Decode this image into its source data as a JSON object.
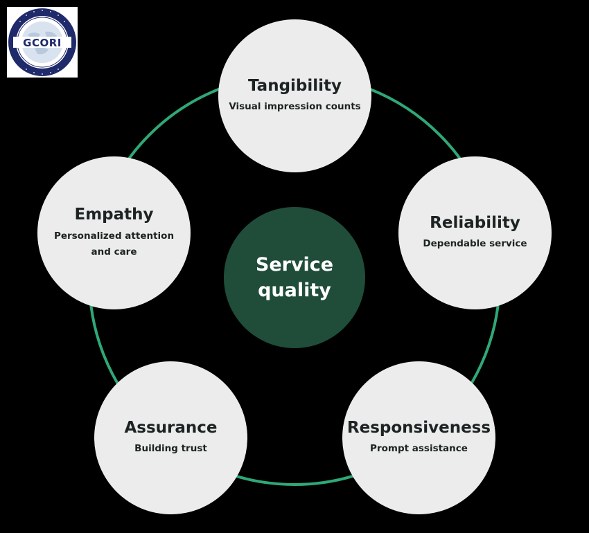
{
  "colors": {
    "background": "#000000",
    "ring": "#2fa877",
    "node_fill": "#ececec",
    "center_fill": "#1f4d3a",
    "node_text": "#1c2322",
    "center_text": "#ffffff",
    "logo_navy": "#1f2a6b"
  },
  "logo": {
    "text": "GCORI",
    "icon": "globe-seal-logo"
  },
  "center": {
    "label": "Service quality"
  },
  "nodes": [
    {
      "title": "Tangibility",
      "subtitle": "Visual impression counts"
    },
    {
      "title": "Reliability",
      "subtitle": "Dependable service"
    },
    {
      "title": "Responsiveness",
      "subtitle": "Prompt assistance"
    },
    {
      "title": "Assurance",
      "subtitle": "Building trust"
    },
    {
      "title": "Empathy",
      "subtitle": "Personalized attention and care"
    }
  ]
}
